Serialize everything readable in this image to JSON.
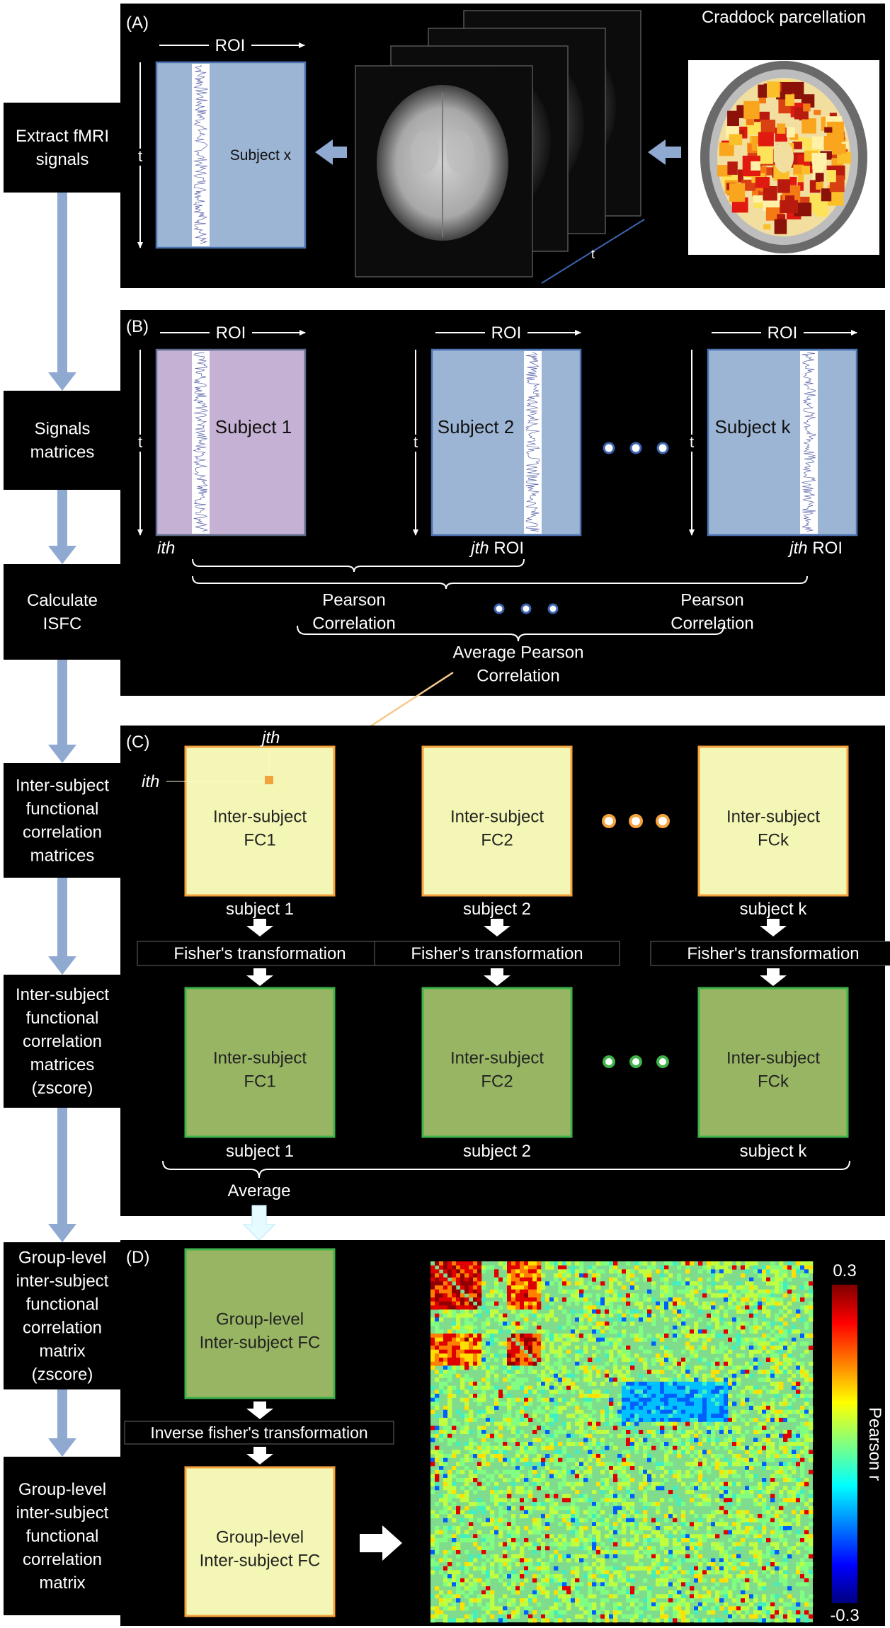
{
  "steps": [
    "Extract fMRI\nsignals",
    "Signals\nmatrices",
    "Calculate\nISFC",
    "Inter-subject\nfunctional\ncorrelation\nmatrices",
    "Inter-subject\nfunctional\ncorrelation\nmatrices\n(zscore)",
    "Group-level\ninter-subject\nfunctional\ncorrelation\nmatrix\n(zscore)",
    "Group-level\ninter-subject\nfunctional\ncorrelation\nmatrix"
  ],
  "panel_a": {
    "tag": "(A)",
    "roi": "ROI",
    "t": "t",
    "subject": "Subject x",
    "atlas": "Craddock\nparcellation"
  },
  "panel_b": {
    "tag": "(B)",
    "roi": "ROI",
    "t": "t",
    "subjects": [
      "Subject 1",
      "Subject 2",
      "Subject k"
    ],
    "ith": "ith",
    "jth": "jth",
    "roi_word": "ROI",
    "pearson": "Pearson\nCorrelation",
    "average": "Average Pearson\nCorrelation"
  },
  "panel_c": {
    "tag": "(C)",
    "ith": "ith",
    "jth": "jth",
    "fc": [
      "Inter-subject\nFC1",
      "Inter-subject\nFC2",
      "Inter-subject\nFCk"
    ],
    "subjects": [
      "subject 1",
      "subject 2",
      "subject k"
    ],
    "fisher": "Fisher's transformation",
    "average": "Average"
  },
  "panel_d": {
    "tag": "(D)",
    "group": "Group-level\nInter-subject FC",
    "inverse": "Inverse fisher's transformation",
    "cbar_max": "0.3",
    "cbar_min": "-0.3",
    "cbar_label": "Pearson r"
  },
  "colors": {
    "panel_bg": "#000000",
    "matrix_blue": "#9db5d4",
    "matrix_purple": "#c4b1d3",
    "fc_yellow": "#f3f6b4",
    "fc_green": "#97b563",
    "orange_border": "#f3a23c",
    "green_border": "#3fb24a",
    "flow_arrow": "#8fa9d1"
  }
}
